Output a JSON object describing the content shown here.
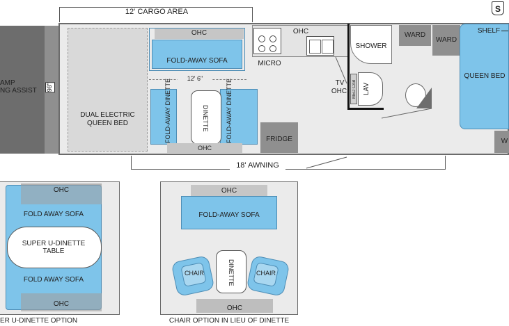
{
  "main_plan": {
    "cargo_area": "12' CARGO AREA",
    "ramp_line1": "AMP",
    "ramp_line2": "NG ASSIST",
    "ramp_width": "98\"",
    "ohc_top": "OHC",
    "fold_away_sofa": "FOLD-AWAY SOFA",
    "length_12_6": "12' 6\"",
    "dual_bed_line1": "DUAL ELECTRIC",
    "dual_bed_line2": "QUEEN BED",
    "fold_away_dinette": "FOLD-AWAY DINETTE",
    "dinette": "DINETTE",
    "ohc_bottom": "OHC",
    "fridge": "FRIDGE",
    "micro": "MICRO",
    "ohc_kitchen": "OHC",
    "tv_line1": "TV",
    "tv_line2": "OHC",
    "shower": "SHOWER",
    "med_cab": "MED CAB",
    "lav": "LAV",
    "ward_1": "WARD",
    "ward_2": "WARD",
    "shelf": "SHELF",
    "queen_bed": "QUEEN BED",
    "w_cut": "W",
    "awning": "18' AWNING",
    "badge": "S"
  },
  "option_u_dinette": {
    "ohc_top": "OHC",
    "sofa_top": "FOLD AWAY SOFA",
    "table_line1": "SUPER U-DINETTE",
    "table_line2": "TABLE",
    "sofa_bottom": "FOLD AWAY SOFA",
    "ohc_bottom": "OHC",
    "caption": "ER U-DINETTE OPTION"
  },
  "option_chair": {
    "ohc_top": "OHC",
    "sofa": "FOLD-AWAY SOFA",
    "chair_left": "CHAIR",
    "dinette": "DINETTE",
    "chair_right": "CHAIR",
    "ohc_bottom": "OHC",
    "caption": "CHAIR OPTION IN LIEU OF DINETTE"
  }
}
